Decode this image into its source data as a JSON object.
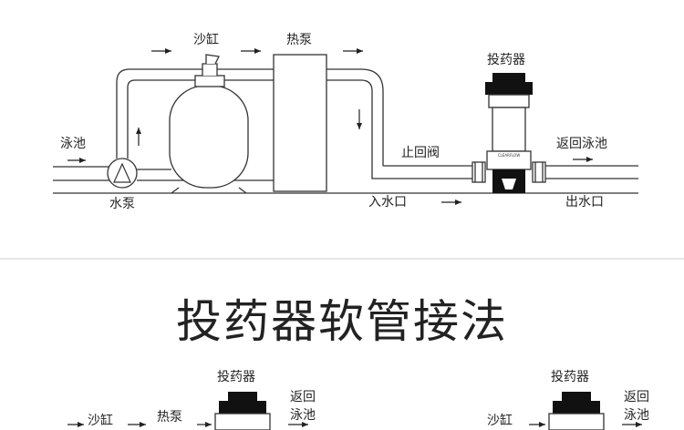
{
  "top_diagram": {
    "labels": {
      "pool_in": "泳池",
      "pump": "水泵",
      "sand_filter": "沙缸",
      "heat_pump": "热泵",
      "feeder": "投药器",
      "check_valve": "止回阀",
      "inlet": "入水口",
      "outlet": "出水口",
      "return_pool": "返回泳池"
    },
    "feeder_brand": "CLEARFLOW"
  },
  "section_title": "投药器软管接法",
  "bottom_left": {
    "sand_filter": "沙缸",
    "heat_pump": "热泵",
    "feeder": "投药器",
    "return_line1": "返回",
    "return_line2": "泳池"
  },
  "bottom_right": {
    "sand_filter": "沙缸",
    "feeder": "投药器",
    "return_line1": "返回",
    "return_line2": "泳池"
  },
  "colors": {
    "line": "#333333",
    "text": "#222222",
    "divider": "#cccccc"
  }
}
